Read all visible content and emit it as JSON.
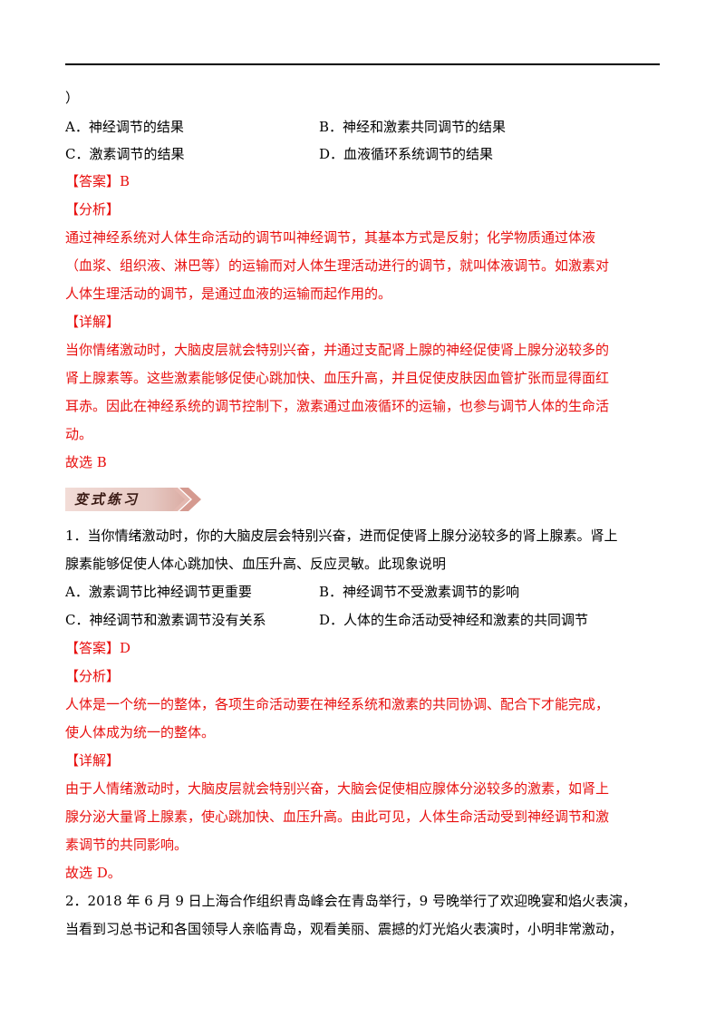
{
  "q_prev": {
    "tail": "）",
    "options": [
      {
        "letter": "A．",
        "text": "神经调节的结果"
      },
      {
        "letter": "B．",
        "text": "神经和激素共同调节的结果"
      },
      {
        "letter": "C．",
        "text": "激素调节的结果"
      },
      {
        "letter": "D．",
        "text": "血液循环系统调节的结果"
      }
    ],
    "answer_label": "【答案】",
    "answer_value": "B",
    "analysis_label": "【分析】",
    "analysis_lines": [
      "通过神经系统对人体生命活动的调节叫神经调节，其基本方式是反射；化学物质通过体液",
      "（血浆、组织液、淋巴等）的运输而对人体生理活动进行的调节，就叫体液调节。如激素对",
      "人体生理活动的调节，是通过血液的运输而起作用的。"
    ],
    "detail_label": "【详解】",
    "detail_lines": [
      "当你情绪激动时，大脑皮层就会特别兴奋，并通过支配肾上腺的神经促使肾上腺分泌较多的",
      "肾上腺素等。这些激素能够促使心跳加快、血压升高，并且促使皮肤因血管扩张而显得面红",
      "耳赤。因此在神经系统的调节控制下，激素通过血液循环的运输，也参与调节人体的生命活",
      "动。"
    ],
    "conclusion": "故选 B"
  },
  "banner": {
    "label": "变式练习"
  },
  "q1": {
    "stem_lines": [
      "1．当你情绪激动时，你的大脑皮层会特别兴奋，进而促使肾上腺分泌较多的肾上腺素。肾上",
      "腺素能够促使人体心跳加快、血压升高、反应灵敏。此现象说明"
    ],
    "options": [
      {
        "letter": "A．",
        "text": "激素调节比神经调节更重要"
      },
      {
        "letter": "B．",
        "text": "神经调节不受激素调节的影响"
      },
      {
        "letter": "C．",
        "text": "神经调节和激素调节没有关系"
      },
      {
        "letter": "D．",
        "text": "人体的生命活动受神经和激素的共同调节"
      }
    ],
    "answer_label": "【答案】",
    "answer_value": "D",
    "analysis_label": "【分析】",
    "analysis_lines": [
      "人体是一个统一的整体，各项生命活动要在神经系统和激素的共同协调、配合下才能完成，",
      "使人体成为统一的整体。"
    ],
    "detail_label": "【详解】",
    "detail_lines": [
      "由于人情绪激动时，大脑皮层就会特别兴奋，大脑会促使相应腺体分泌较多的激素，如肾上",
      "腺分泌大量肾上腺素，使心跳加快、血压升高。由此可见，人体生命活动受到神经调节和激",
      "素调节的共同影响。"
    ],
    "conclusion": "故选 D。"
  },
  "q2": {
    "stem_lines": [
      "2．2018 年 6 月 9 日上海合作组织青岛峰会在青岛举行，9 号晚举行了欢迎晚宴和焰火表演，",
      "当看到习总书记和各国领导人亲临青岛，观看美丽、震撼的灯光焰火表演时，小明非常激动，"
    ]
  },
  "colors": {
    "answer_red": "#e8100f",
    "text_black": "#000000",
    "banner_fill": "#e6c8c2",
    "banner_text": "#3a1a14"
  }
}
